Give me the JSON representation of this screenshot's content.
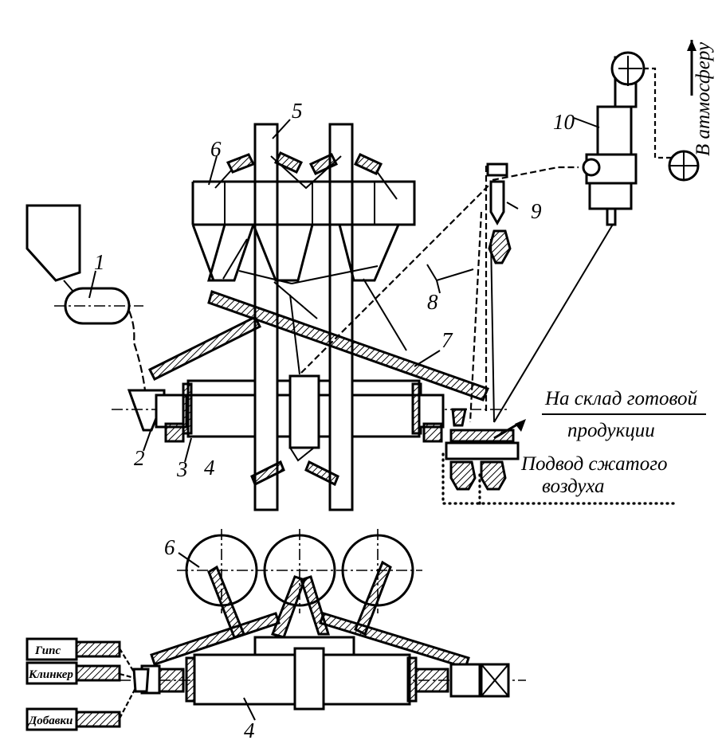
{
  "labels": {
    "n1": "1",
    "n2": "2",
    "n3": "3",
    "n4_top": "4",
    "n4_bottom": "4",
    "n5": "5",
    "n6_top": "6",
    "n6_bottom": "6",
    "n7": "7",
    "n8": "8",
    "n9": "9",
    "n10": "10"
  },
  "annotations": {
    "to_atmosphere": "В атмосферу",
    "warehouse_line1": "На склад готовой",
    "warehouse_line2": "продукции",
    "air_line1": "Подвод сжатого",
    "air_line2": "воздуха"
  },
  "bins": {
    "gypsum": "Гипс",
    "clinker": "Клинкер",
    "additives": "Добавки"
  }
}
